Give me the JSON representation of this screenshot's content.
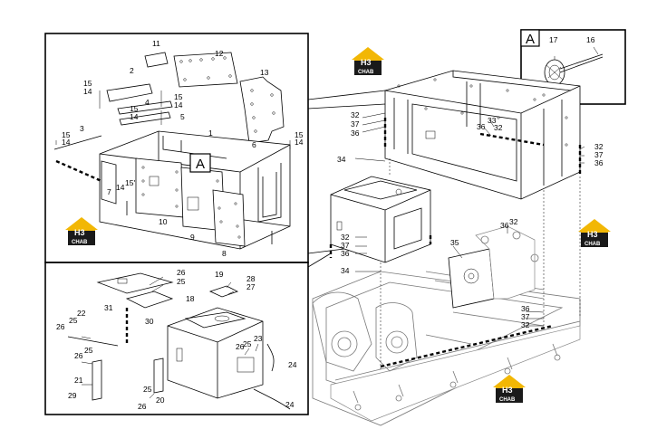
{
  "logo": {
    "mark": "H3",
    "text": "CHAB",
    "colors": {
      "roof": "#f2b705",
      "body": "#1a1a1a",
      "text": "#ffffff"
    }
  },
  "detail_box": {
    "label": "A"
  },
  "callout_marker": {
    "label": "A"
  },
  "part_numbers": {
    "p1": "1",
    "p2": "2",
    "p3": "3",
    "p4": "4",
    "p5": "5",
    "p6": "6",
    "p7": "7",
    "p8": "8",
    "p9": "9",
    "p10": "10",
    "p11": "11",
    "p12": "12",
    "p13": "13",
    "p14": "14",
    "p15": "15",
    "p15s": "15'",
    "p16": "16",
    "p17": "17",
    "p18": "18",
    "p19": "19",
    "p20": "20",
    "p21": "21",
    "p22": "22",
    "p23": "23",
    "p24": "24",
    "p25": "25",
    "p26": "26",
    "p27": "27",
    "p28": "28",
    "p29": "29",
    "p30": "30",
    "p31": "31",
    "p32": "32",
    "p33": "33",
    "p34": "34",
    "p35": "35",
    "p36": "36",
    "p37": "37"
  }
}
